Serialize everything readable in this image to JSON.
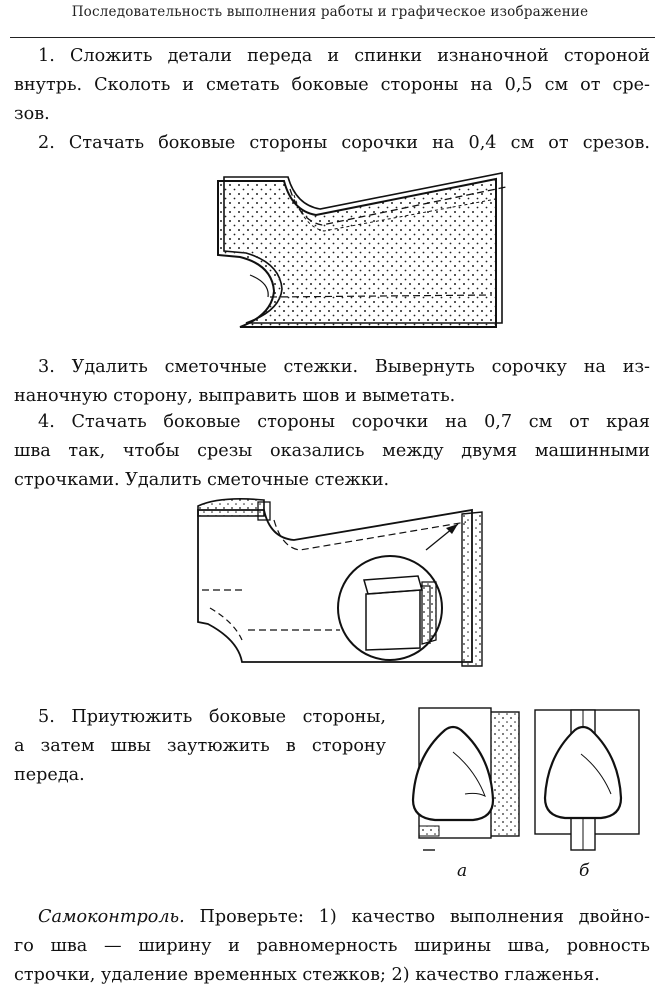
{
  "header": "Последовательность выполнения работы и графическое изображение",
  "steps": {
    "s1": {
      "line1": "1. Сложить детали переда и спинки изнаночной стороной",
      "line2": "внутрь. Сколоть и сметать боковые стороны на 0,5 см от сре-",
      "line3": "зов."
    },
    "s2": {
      "line1": "2. Стачать боковые стороны сорочки на 0,4 см от срезов."
    },
    "s3": {
      "line1": "3. Удалить сметочные стежки. Вывернуть сорочку на из-",
      "line2": "наночную сторону, выправить шов и выметать."
    },
    "s4": {
      "line1": "4. Стачать боковые стороны сорочки на 0,7 см от края",
      "line2": "шва так, чтобы срезы оказались между двумя машинными",
      "line3": "строчками. Удалить сметочные стежки."
    },
    "s5": {
      "line1": "5. Приутюжить боковые стороны,",
      "line2": "а затем швы заутюжить в сторону",
      "line3": "переда."
    }
  },
  "figure_labels": {
    "a": "а",
    "b": "б"
  },
  "selfcheck": {
    "title": "Самоконтроль.",
    "line1_rest": "Проверьте: 1) качество выполнения двойно-",
    "line2": "го шва — ширину и равномерность ширины шва, ровность",
    "line3": "строчки, удаление временных стежков; 2) качество глаженья."
  }
}
